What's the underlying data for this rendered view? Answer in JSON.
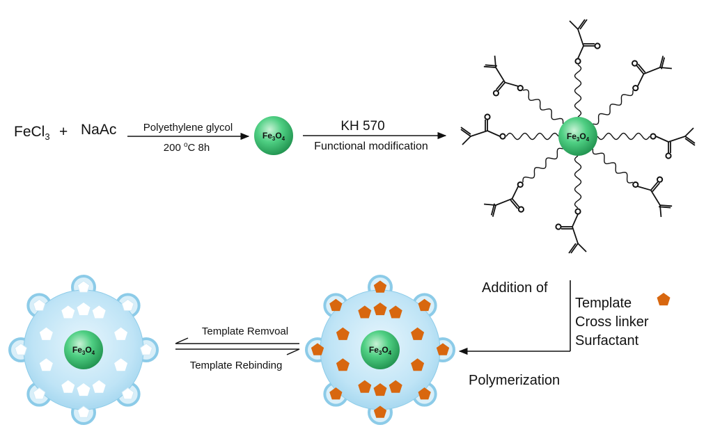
{
  "reactants": {
    "fecl3_main": "FeCl",
    "fecl3_sub": "3",
    "plus": "+",
    "naac": "NaAc"
  },
  "step1": {
    "above": "Polyethylene glycol",
    "below_pre": "200 ",
    "below_sup": "o",
    "below_post": "C 8h"
  },
  "step2": {
    "above": "KH 570",
    "below": "Functional modification"
  },
  "core": {
    "fe": "Fe",
    "fe_sub": "3",
    "o": "O",
    "o_sub": "4"
  },
  "addition": {
    "heading": "Addition of",
    "items": [
      "Template",
      "Cross linker",
      "Surfactant"
    ]
  },
  "polymerization": "Polymerization",
  "equilibrium": {
    "forward": "Template Remvoal",
    "backward": "Template Rebinding"
  },
  "colors": {
    "core_fill": "#3fbf73",
    "core_edge": "#1f8f4f",
    "shell_fill": "#b9e2f5",
    "shell_edge": "#8ccbe8",
    "template": "#d8670f",
    "cavity": "#ffffff",
    "line": "#111111"
  }
}
